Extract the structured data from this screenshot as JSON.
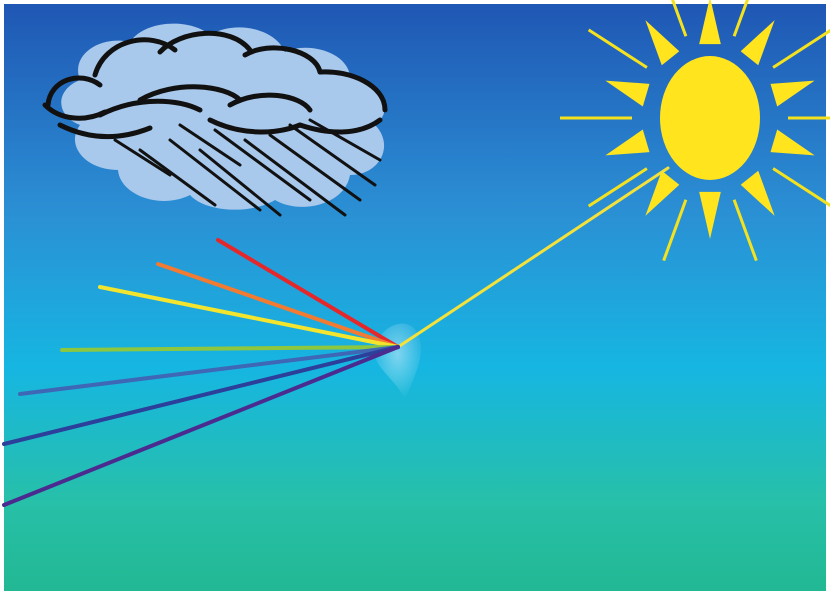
{
  "scene": {
    "sky_colors": [
      "#1f57b4",
      "#2b8fd4",
      "#16b6e2",
      "#27c0a8",
      "#22b894"
    ],
    "sun_color": "#ffe41e",
    "sun_ray_color": "#f5e21f",
    "cloud_fill": "#a8c8ec",
    "cloud_outline": "#111111",
    "droplet_color": "#c7e7f4",
    "sun_beam_color": "#f4e23a"
  },
  "dispersed_rays": [
    {
      "color_name": "red",
      "color": "#e5272a"
    },
    {
      "color_name": "orange",
      "color": "#f27b31"
    },
    {
      "color_name": "yellow",
      "color": "#f3e52e"
    },
    {
      "color_name": "green",
      "color": "#8dc63f"
    },
    {
      "color_name": "blue",
      "color": "#3e67b6"
    },
    {
      "color_name": "indigo",
      "color": "#2b3f9b"
    },
    {
      "color_name": "violet",
      "color": "#4b2b8f"
    }
  ]
}
